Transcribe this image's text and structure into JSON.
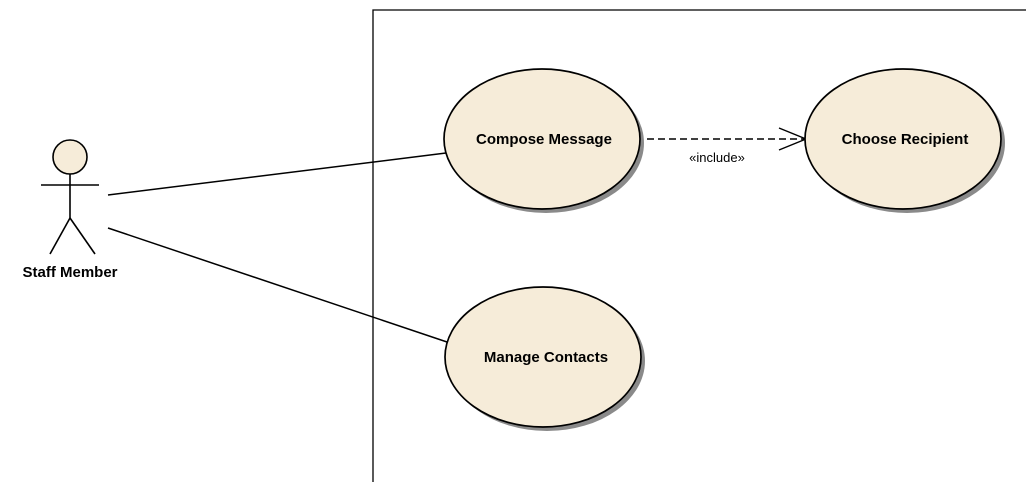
{
  "actor": {
    "name": "Staff Member"
  },
  "use_cases": {
    "compose": "Compose Message",
    "choose": "Choose Recipient",
    "manage": "Manage Contacts"
  },
  "relationships": {
    "include_stereotype": "«include»"
  },
  "colors": {
    "use_case_fill": "#f6ecd9",
    "line": "#000000",
    "background": "#ffffff"
  }
}
